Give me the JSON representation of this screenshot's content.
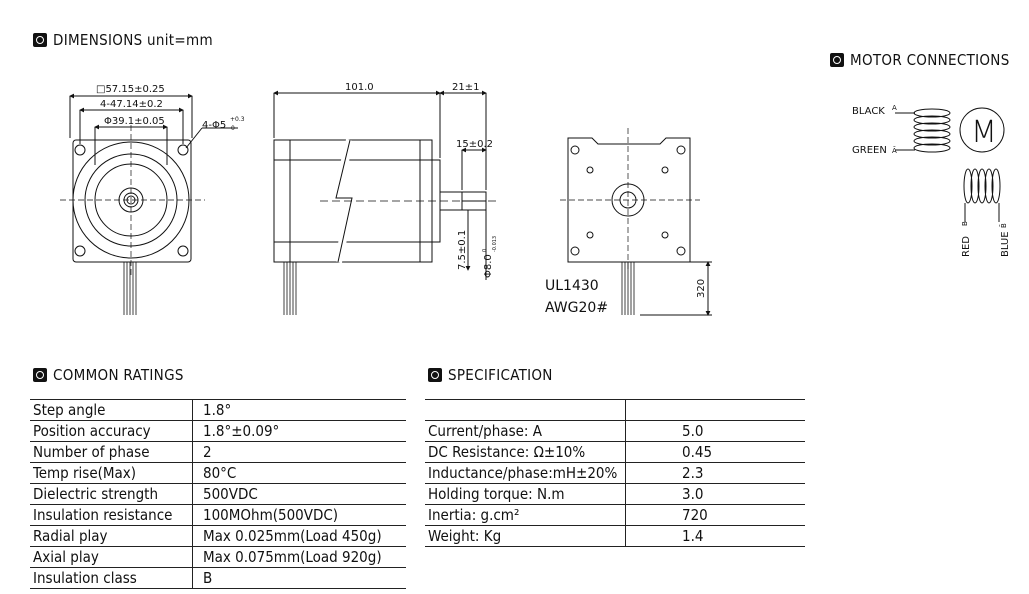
{
  "sections": {
    "dimensions": "DIMENSIONS unit=mm",
    "motor_connections": "MOTOR CONNECTIONS",
    "common_ratings": "COMMON RATINGS",
    "specification": "SPECIFICATION"
  },
  "drawing": {
    "flange": "□57.15±0.25",
    "hole_spacing": "4-47.14±0.2",
    "pilot": "Φ39.1±0.05",
    "holes": "4-Φ5",
    "holes_tol_upper": "+0.3",
    "holes_tol_lower": "0",
    "body_length": "101.0",
    "shaft_length": "21±1",
    "flat_length": "15±0.2",
    "flat_depth": "7.5±0.1",
    "shaft_dia": "Φ8.0",
    "shaft_dia_tol_upper": "0",
    "shaft_dia_tol_lower": "-0.013",
    "lead_length": "320",
    "cable_type": "UL1430",
    "cable_gauge": "AWG20#"
  },
  "connections": {
    "black": "BLACK",
    "black_pin": "A",
    "green": "GREEN",
    "green_pin": "Ā",
    "red": "RED",
    "red_pin": "B",
    "blue": "BLUE",
    "blue_pin": "B̄",
    "motor_symbol": "M"
  },
  "ratings": [
    {
      "label": "Step angle",
      "value": "1.8°"
    },
    {
      "label": "Position accuracy",
      "value": "1.8°±0.09°"
    },
    {
      "label": "Number of phase",
      "value": "2"
    },
    {
      "label": "Temp rise(Max)",
      "value": "80°C"
    },
    {
      "label": "Dielectric strength",
      "value": "500VDC"
    },
    {
      "label": "Insulation resistance",
      "value": "100MOhm(500VDC)"
    },
    {
      "label": "Radial play",
      "value": "Max 0.025mm(Load 450g)"
    },
    {
      "label": "Axial play",
      "value": "Max 0.075mm(Load 920g)"
    },
    {
      "label": "Insulation class",
      "value": "B"
    }
  ],
  "spec": [
    {
      "label": "",
      "value": ""
    },
    {
      "label": "Current/phase: A",
      "value": "5.0"
    },
    {
      "label": "DC Resistance: Ω±10%",
      "value": "0.45"
    },
    {
      "label": "Inductance/phase:mH±20%",
      "value": "2.3"
    },
    {
      "label": "Holding torque: N.m",
      "value": "3.0"
    },
    {
      "label": "Inertia: g.cm²",
      "value": "720"
    },
    {
      "label": "Weight: Kg",
      "value": "1.4"
    }
  ]
}
